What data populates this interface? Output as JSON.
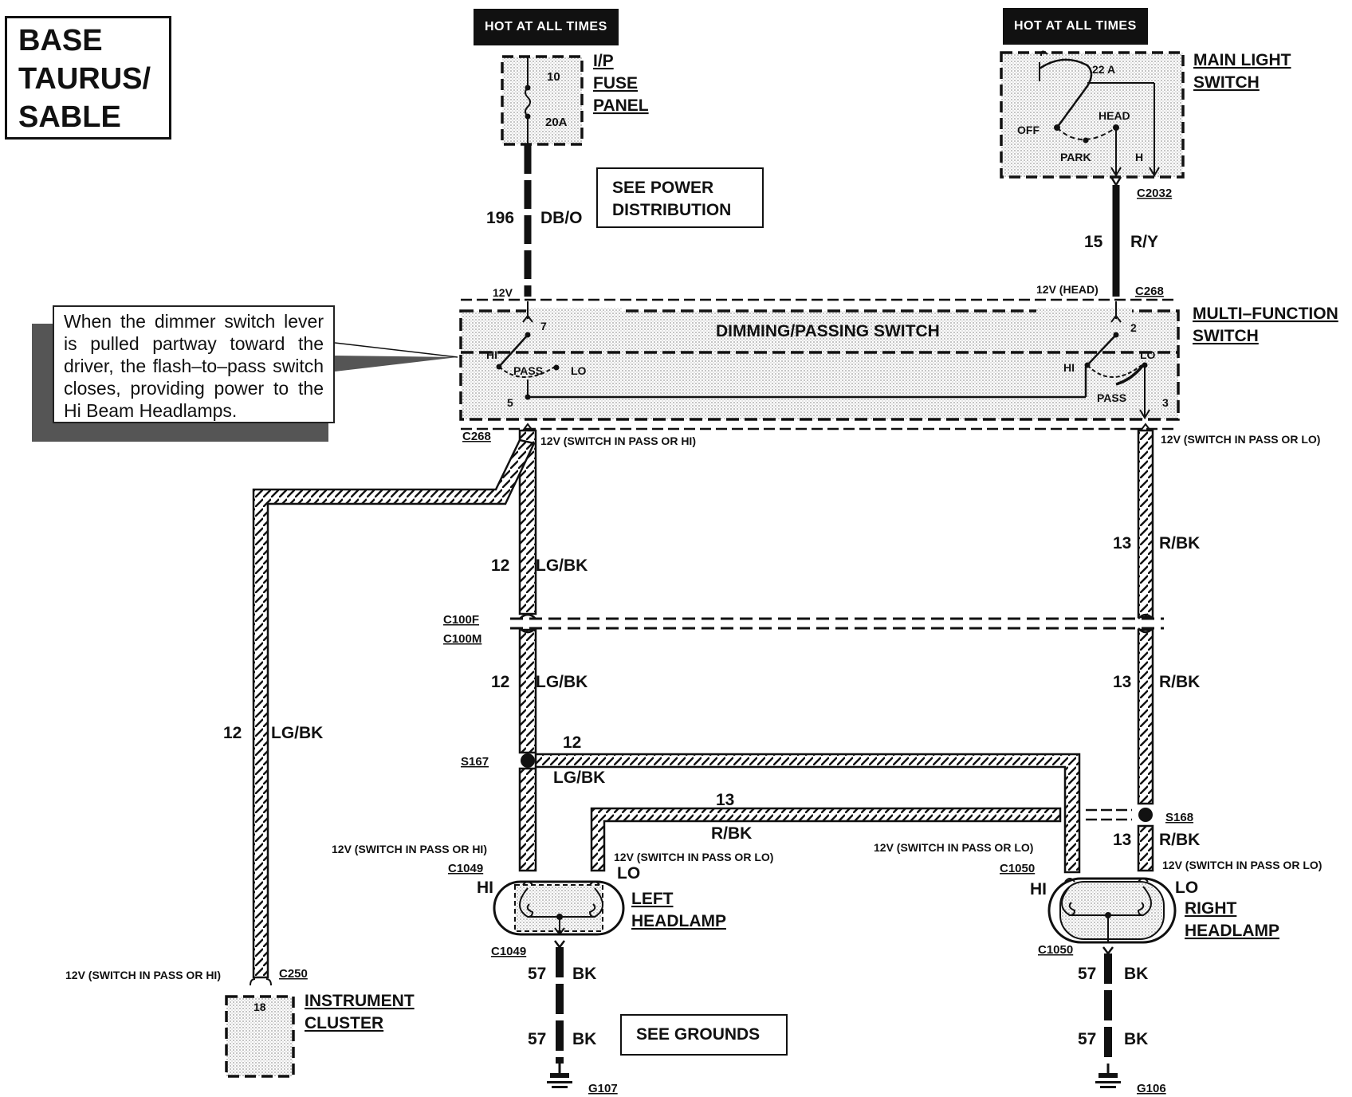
{
  "title": "BASE TAURUS/ SABLE",
  "title_lines": [
    "BASE",
    "TAURUS/",
    "SABLE"
  ],
  "hot_left": "HOT AT ALL TIMES",
  "hot_right": "HOT AT ALL TIMES",
  "fuse_panel": {
    "label_lines": [
      "I/P",
      "FUSE",
      "PANEL"
    ],
    "fuse_num": "10",
    "amps": "20A"
  },
  "main_light_switch": {
    "label_lines": [
      "MAIN LIGHT",
      "SWITCH"
    ],
    "amps": "22 A",
    "off": "OFF",
    "head": "HEAD",
    "park": "PARK",
    "h": "H"
  },
  "see_power": [
    "SEE POWER",
    "DISTRIBUTION"
  ],
  "see_grounds": "SEE GROUNDS",
  "note": "When the dimmer switch lever is pulled partway toward the driver, the flash–to–pass switch closes, providing power to the Hi Beam Headlamps.",
  "multifunction": {
    "label_lines": [
      "MULTI–FUNCTION",
      "SWITCH"
    ],
    "inner": "DIMMING/PASSING SWITCH",
    "hi": "HI",
    "pass": "PASS",
    "lo": "LO",
    "pin7": "7",
    "pin5": "5",
    "pin2": "2",
    "pin3": "3"
  },
  "connectors": {
    "c2032": "C2032",
    "c268_top": "C268",
    "c268_left": "C268",
    "c100f": "C100F",
    "c100m": "C100M",
    "s167": "S167",
    "s168": "S168",
    "c1049_top": "C1049",
    "c1049_bot": "C1049",
    "c1050_top": "C1050",
    "c1050_bot": "C1050",
    "c250": "C250",
    "g107": "G107",
    "g106": "G106"
  },
  "voltages": {
    "v12": "12V",
    "v12_head": "12V (HEAD)",
    "pass_hi": "12V (SWITCH IN PASS OR HI)",
    "pass_lo": "12V (SWITCH IN PASS OR LO)"
  },
  "wires": [
    {
      "circuit": "196",
      "color": "DB/O"
    },
    {
      "circuit": "15",
      "color": "R/Y"
    },
    {
      "circuit": "12",
      "color": "LG/BK"
    },
    {
      "circuit": "13",
      "color": "R/BK"
    },
    {
      "circuit": "57",
      "color": "BK"
    }
  ],
  "headlamps": {
    "left_lines": [
      "LEFT",
      "HEADLAMP"
    ],
    "right_lines": [
      "RIGHT",
      "HEADLAMP"
    ],
    "hi": "HI",
    "lo": "LO"
  },
  "instrument_cluster": {
    "label_lines": [
      "INSTRUMENT",
      "CLUSTER"
    ],
    "pin": "18"
  }
}
